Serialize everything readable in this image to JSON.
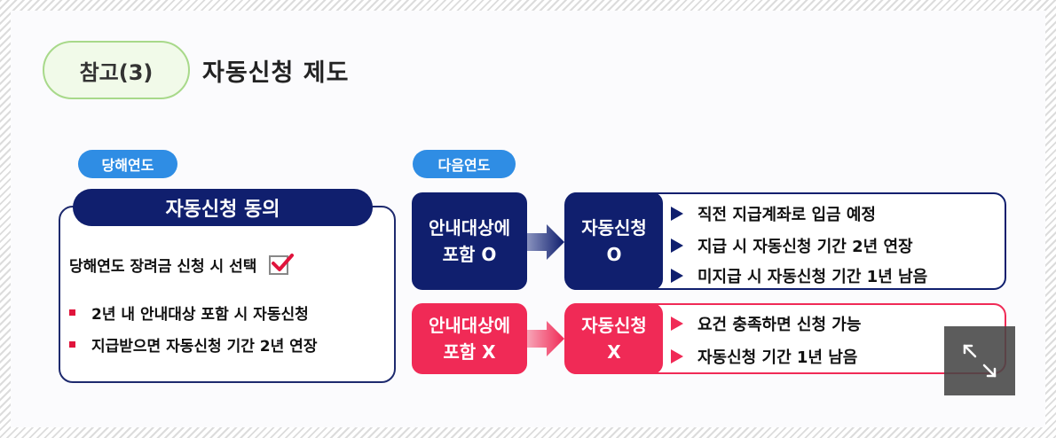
{
  "header": {
    "badge": "참고(3)",
    "title": "자동신청 제도"
  },
  "left": {
    "tag": "당해연도",
    "box_title": "자동신청 동의",
    "select_text": "당해연도 장려금 신청 시 선택",
    "bullets": [
      "2년 내 안내대상 포함 시 자동신청",
      "지급받으면 자동신청 기간 2년 연장"
    ]
  },
  "right": {
    "tag": "다음연도",
    "row1": {
      "source": [
        "안내대상에",
        "포함 O"
      ],
      "target": [
        "자동신청",
        "O"
      ],
      "items": [
        "직전 지급계좌로 입금 예정",
        "지급 시 자동신청 기간 2년 연장",
        "미지급 시 자동신청 기간 1년 남음"
      ]
    },
    "row2": {
      "source": [
        "안내대상에",
        "포함 X"
      ],
      "target": [
        "자동신청",
        "X"
      ],
      "items": [
        "요건 충족하면 신청 가능",
        "자동신청 기간 1년 남음"
      ]
    }
  },
  "colors": {
    "navy": "#101f6e",
    "red": "#f02a56",
    "tag_blue": "#2f8de4",
    "badge_green": "#a8d98a"
  },
  "icons": [
    "check-icon",
    "arrow-right-icon",
    "expand-icon"
  ]
}
